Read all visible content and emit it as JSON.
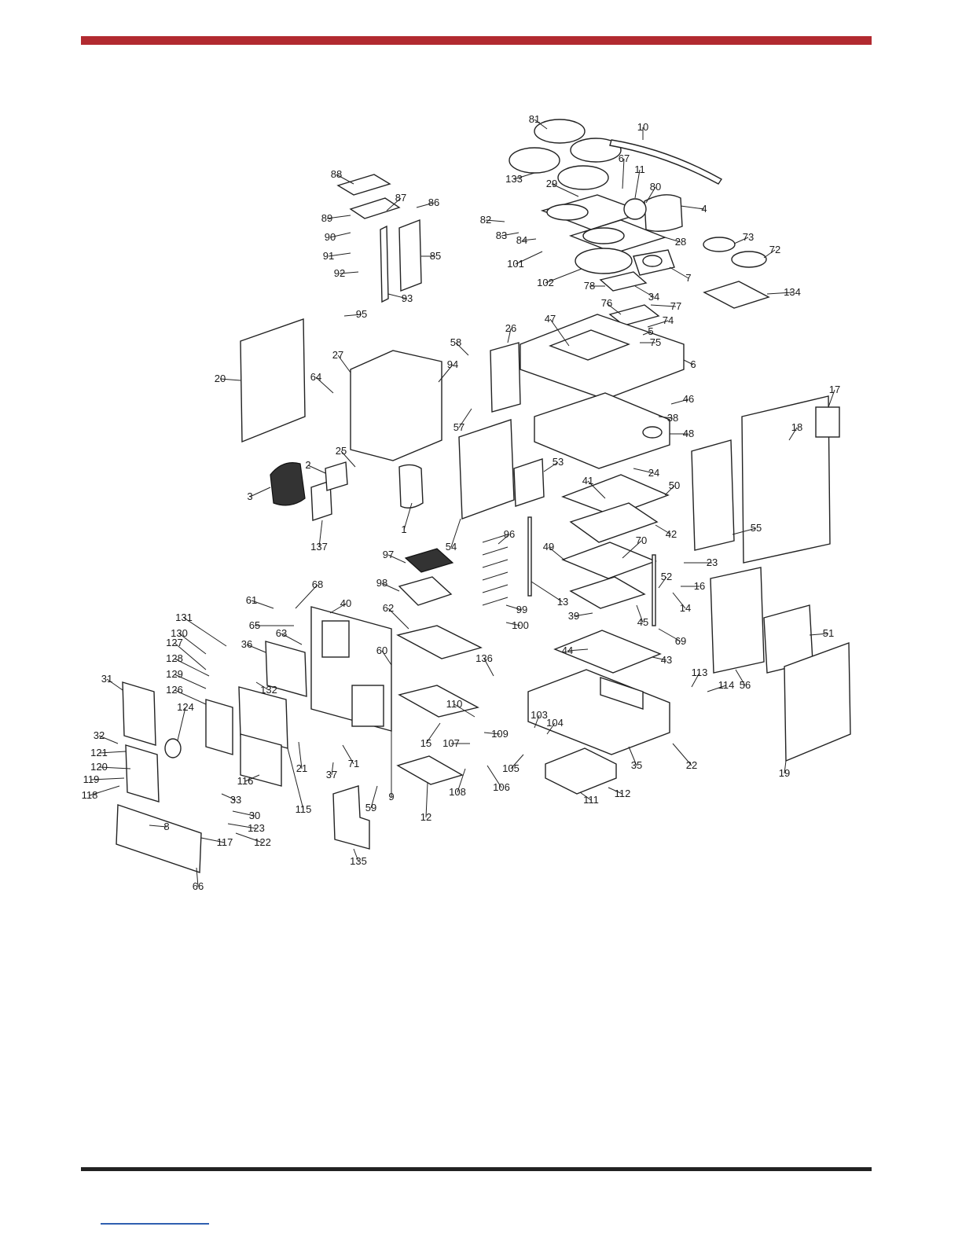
{
  "colors": {
    "top_rule": "#b22a30",
    "bottom_rule": "#222222",
    "footer_link": "#2f5fb0",
    "line_art": "#222222"
  },
  "diagram": {
    "callouts": [
      "1",
      "2",
      "3",
      "4",
      "5",
      "6",
      "7",
      "8",
      "9",
      "10",
      "11",
      "12",
      "13",
      "14",
      "15",
      "16",
      "17",
      "18",
      "19",
      "20",
      "21",
      "22",
      "23",
      "24",
      "25",
      "26",
      "27",
      "28",
      "29",
      "30",
      "31",
      "32",
      "33",
      "34",
      "35",
      "36",
      "37",
      "38",
      "39",
      "40",
      "41",
      "42",
      "43",
      "44",
      "45",
      "46",
      "47",
      "48",
      "49",
      "50",
      "51",
      "52",
      "53",
      "54",
      "55",
      "56",
      "57",
      "58",
      "59",
      "60",
      "61",
      "62",
      "63",
      "64",
      "65",
      "66",
      "67",
      "68",
      "69",
      "70",
      "71",
      "72",
      "73",
      "74",
      "75",
      "76",
      "77",
      "78",
      "80",
      "81",
      "82",
      "83",
      "84",
      "85",
      "86",
      "87",
      "88",
      "89",
      "90",
      "91",
      "92",
      "93",
      "94",
      "95",
      "96",
      "97",
      "98",
      "99",
      "100",
      "101",
      "102",
      "103",
      "104",
      "105",
      "106",
      "107",
      "108",
      "109",
      "110",
      "111",
      "112",
      "113",
      "114",
      "115",
      "116",
      "117",
      "118",
      "119",
      "120",
      "121",
      "122",
      "123",
      "124",
      "126",
      "127",
      "128",
      "129",
      "130",
      "131",
      "132",
      "133",
      "134",
      "135",
      "136",
      "137"
    ]
  }
}
